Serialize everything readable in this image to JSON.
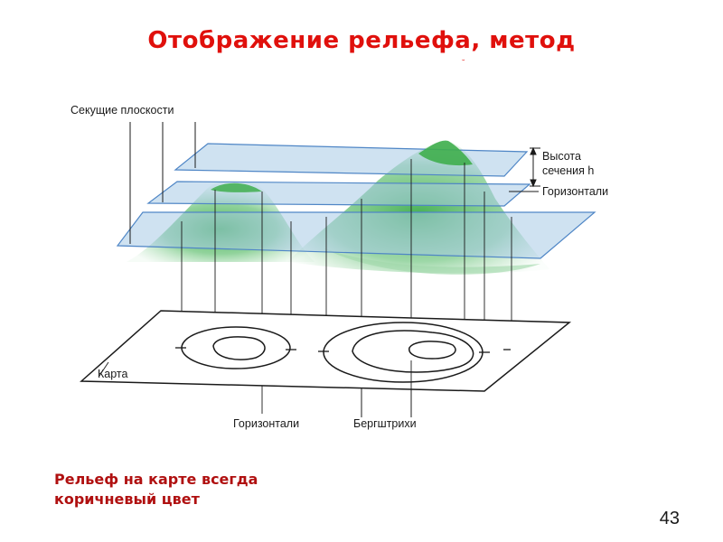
{
  "slide": {
    "title": "Отображение рельефа, метод",
    "caption_line1": "Рельеф на карте всегда",
    "caption_line2": "коричневый цвет",
    "page_number": "43"
  },
  "figure": {
    "label_planes": "Секущие плоскости",
    "label_height_line1": "Высота",
    "label_height_line2": "сечения h",
    "label_contours_top": "Горизонтали",
    "label_map": "Карта",
    "label_contours_bottom": "Горизонтали",
    "label_hachures": "Бергштрихи"
  },
  "colors": {
    "title": "#e0100c",
    "caption": "#b01010",
    "plane_fill": "#a8cbe6",
    "plane_edge": "#4f86c6",
    "relief": "#4fb85a"
  }
}
